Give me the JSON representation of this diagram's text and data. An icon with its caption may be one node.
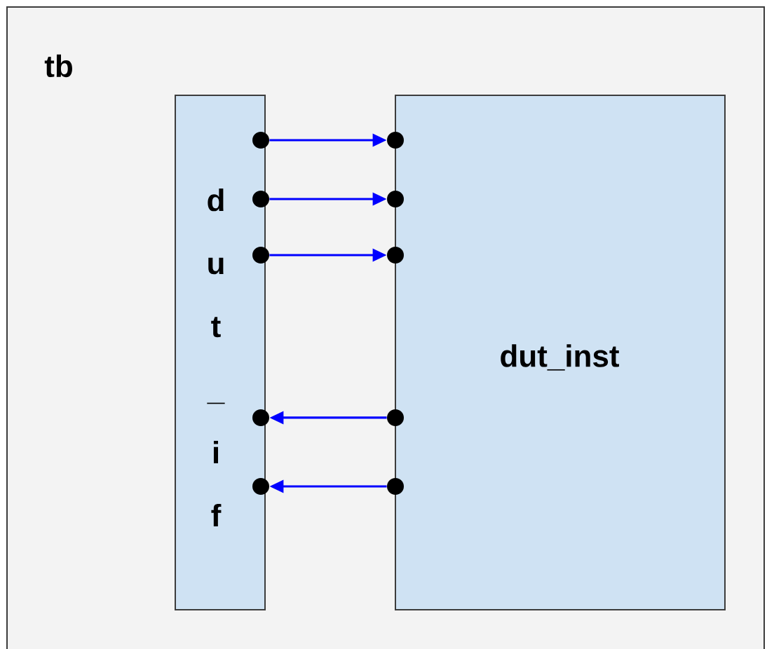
{
  "diagram": {
    "nodes": [
      {
        "text": [
          "tb"
        ]
      },
      {
        "text": [
          "dut_if"
        ],
        "in": 0
      },
      {
        "text": [
          "dut_inst"
        ],
        "in": 0
      },
      {
        "text": [],
        "shape": "circle",
        "in": 0
      },
      {
        "text": [],
        "shape": "circle",
        "in": 0
      },
      {
        "text": [],
        "shape": "circle",
        "in": 0
      },
      {
        "text": [],
        "shape": "circle",
        "in": 0
      },
      {
        "text": [],
        "shape": "circle",
        "in": 0
      },
      {
        "text": [],
        "shape": "circle",
        "in": 0
      },
      {
        "text": [],
        "shape": "circle",
        "in": 0
      },
      {
        "text": [],
        "shape": "circle",
        "in": 0
      },
      {
        "text": [],
        "shape": "circle",
        "in": 0
      },
      {
        "text": [],
        "shape": "circle",
        "in": 0
      }
    ],
    "edges": [
      {
        "from": 3,
        "to": 8,
        "arrow": "to",
        "color": "#0000ff"
      },
      {
        "from": 4,
        "to": 9,
        "arrow": "to",
        "color": "#0000ff"
      },
      {
        "from": 5,
        "to": 10,
        "arrow": "to",
        "color": "#0000ff"
      },
      {
        "from": 11,
        "to": 6,
        "arrow": "to",
        "color": "#0000ff"
      },
      {
        "from": 12,
        "to": 7,
        "arrow": "to",
        "color": "#0000ff"
      }
    ]
  }
}
